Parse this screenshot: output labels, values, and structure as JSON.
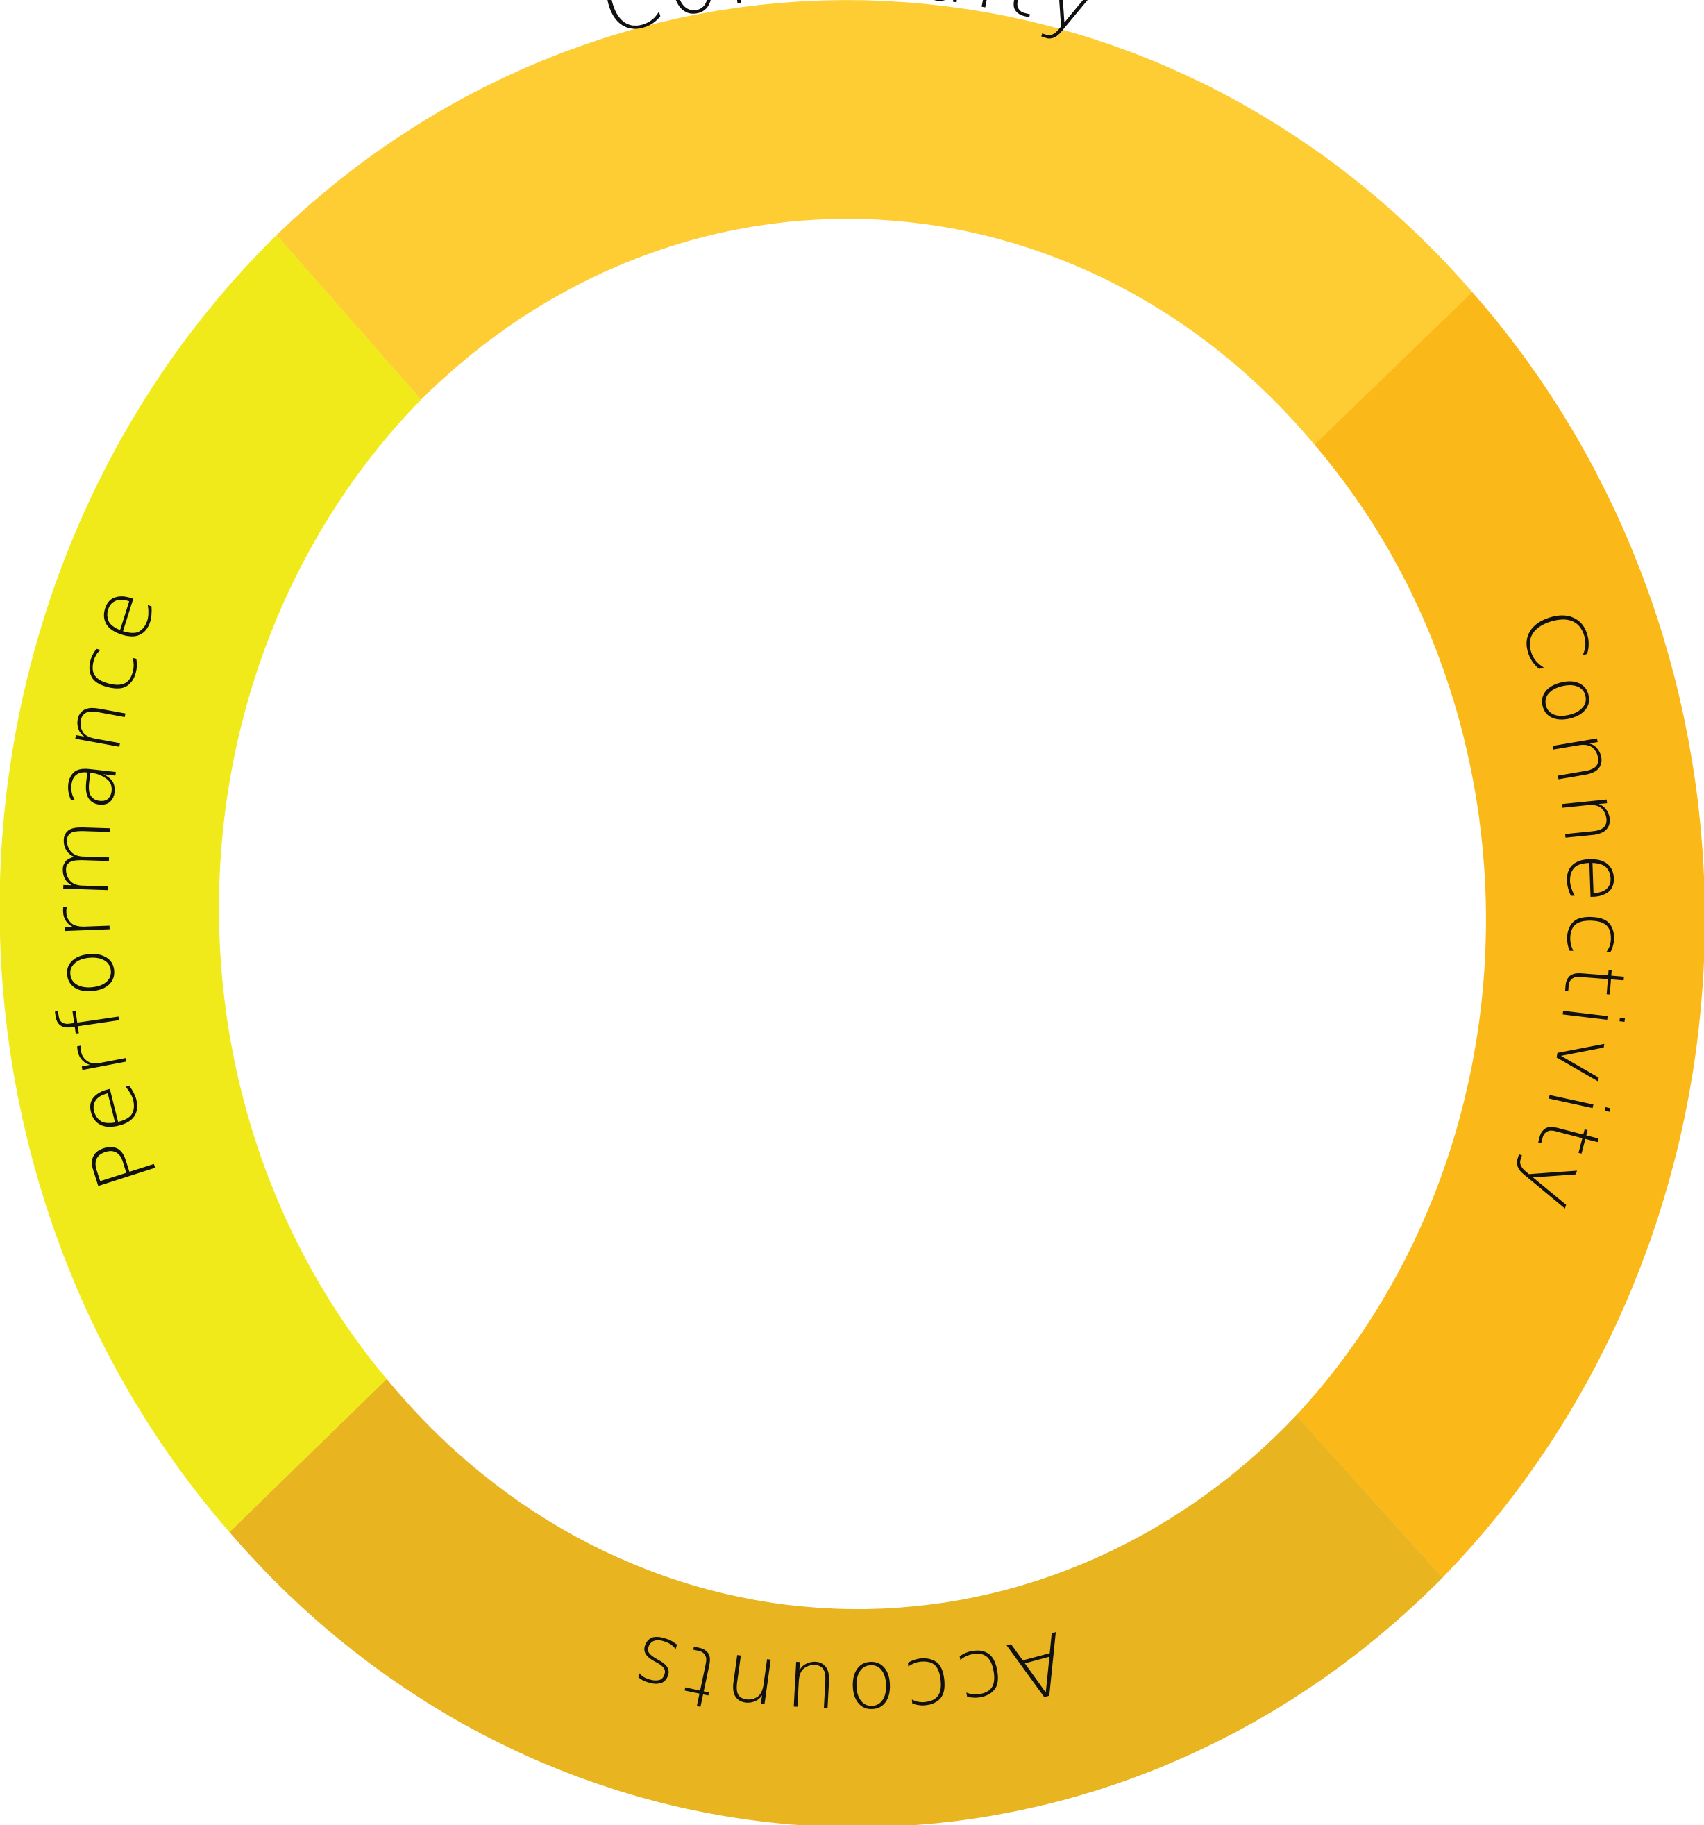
{
  "diagram": {
    "segments": [
      {
        "id": "continuity",
        "label": "Continuity",
        "color": "#FDCD33"
      },
      {
        "id": "connectivity",
        "label": "Connectivity",
        "color": "#FBB819"
      },
      {
        "id": "accounts",
        "label": "Accounts",
        "color": "#E8B41F"
      },
      {
        "id": "performance",
        "label": "Performance",
        "color": "#F1EA1A"
      }
    ],
    "background": "#FFFFFF"
  }
}
